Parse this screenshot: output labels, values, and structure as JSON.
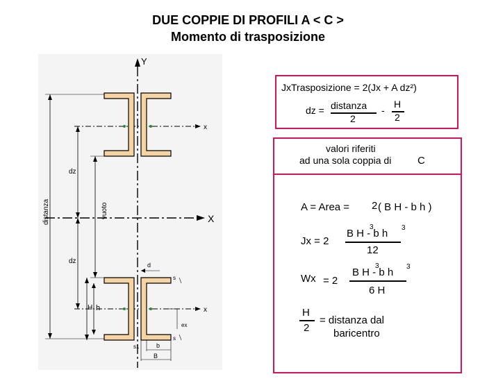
{
  "title": {
    "line1": "DUE COPPIE DI PROFILI A < C >",
    "line2": "Momento di trasposizione"
  },
  "drawing": {
    "axis_y": "Y",
    "axis_x_main": "X",
    "axis_x_top": "x",
    "axis_x_bottom": "x",
    "label_distanza": "distanza",
    "label_vuoto": "vuoto",
    "label_dz_top": "dz",
    "label_dz_bottom": "dz",
    "label_H": "H",
    "label_h": "h",
    "label_d": "d",
    "label_s": "s",
    "label_s1": "s1",
    "label_b": "b",
    "label_B": "B",
    "label_ex": "ex",
    "colors": {
      "profile_fill": "#f5d3a3",
      "line": "#000000"
    }
  },
  "formula_box": {
    "main": "JxTrasposizione = 2(Jx + A dz²)",
    "dz_prefix": "dz =",
    "dz_num": "distanza",
    "dz_den": "2",
    "minus": "-",
    "h_num": "H",
    "h_den": "2"
  },
  "values_box": {
    "header_line1": "valori riferiti",
    "header_line2": "ad una sola coppia di",
    "header_c": "C",
    "area_prefix": "A = Area =",
    "area_two": "2",
    "area_expr": "( B H - b h )",
    "jx_prefix": "Jx = 2",
    "jx_num": "B H - b h",
    "jx_exp1": "3",
    "jx_exp2": "3",
    "jx_den": "12",
    "wx_prefix": "Wx",
    "wx_eq": "= 2",
    "wx_num": "B H - b h",
    "wx_exp1": "3",
    "wx_exp2": "3",
    "wx_den": "6 H",
    "half_num": "H",
    "half_den": "2",
    "half_text1": "= distanza  dal",
    "half_text2": "baricentro"
  },
  "colors": {
    "accent": "#d4145a"
  }
}
